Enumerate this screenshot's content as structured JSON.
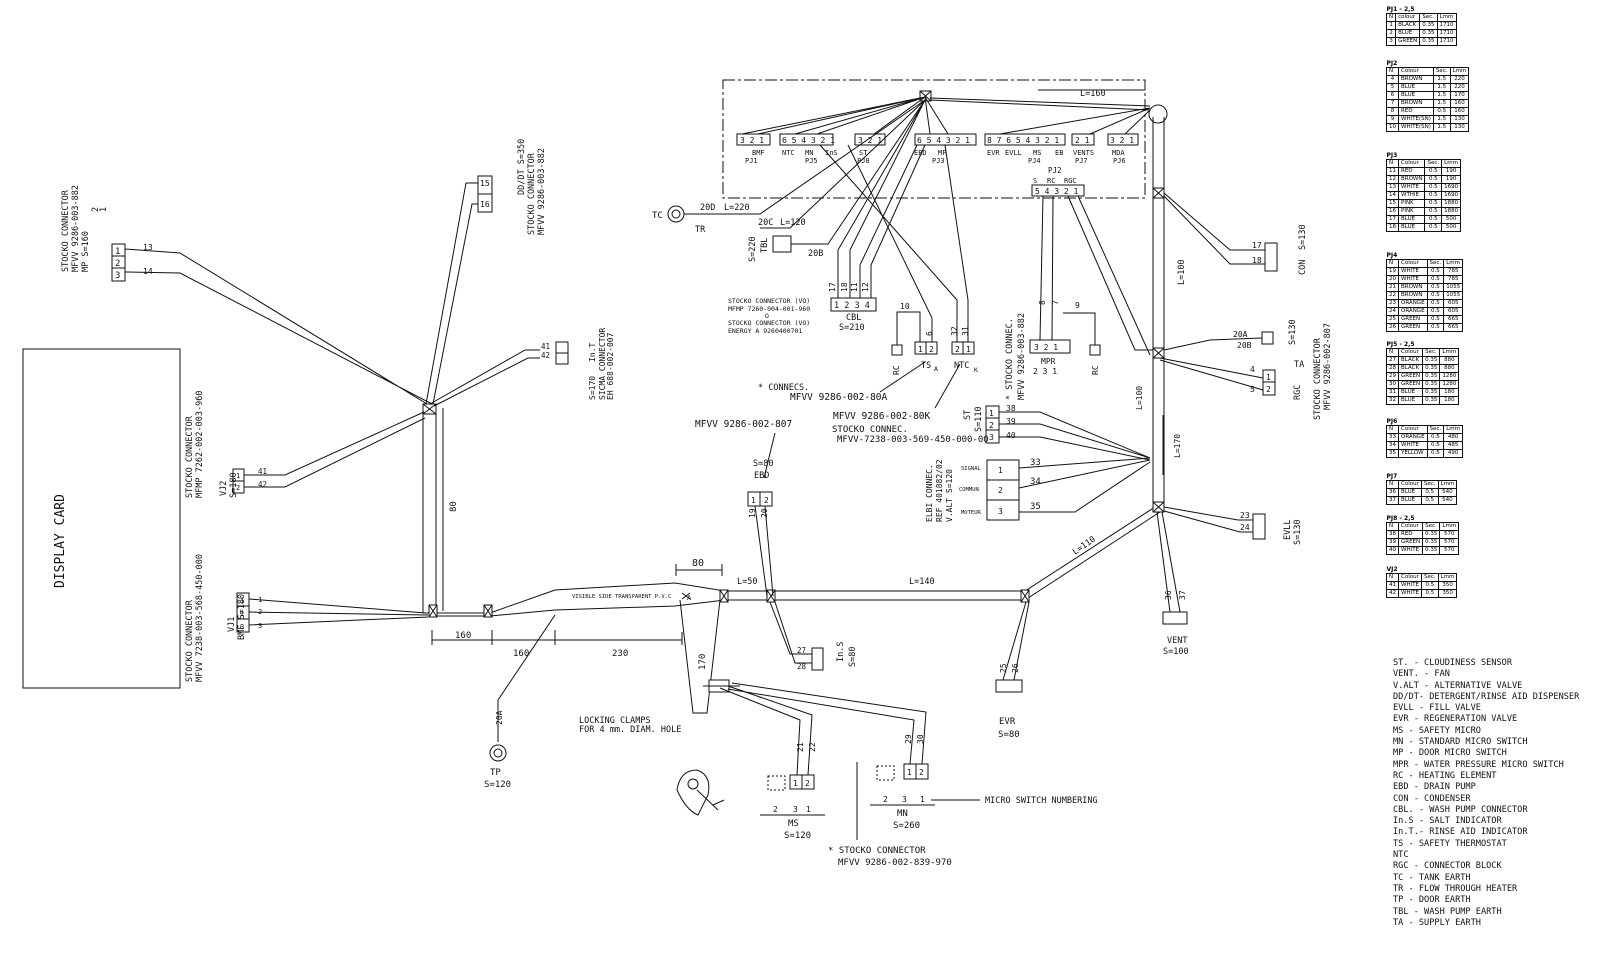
{
  "labels": {
    "display_card": "DISPLAY CARD",
    "stocko_mp": [
      "STOCKO CONNECTOR",
      "MFVV 9286-003-882",
      "MP S=160",
      "2",
      "1"
    ],
    "stocko_ddot": [
      "STOCKO CONNECTOR",
      "MFVV 9286-003-882",
      "DD/DT S=350"
    ],
    "ins_t": [
      "SICMA CONNECTOR",
      "EH 688-002-007",
      "S=170",
      "In.T"
    ],
    "vj2_conn": [
      "STOCKO CONNECTOR",
      "MFMP 7262-002-003-960",
      "VJ2",
      "S=180"
    ],
    "vj1_conn": [
      "STOCKO CONNECTOR",
      "MFVV 7238-003-568-450-000",
      "VJ1",
      "BMF S=180"
    ],
    "len_80": "80",
    "len_160a": "160",
    "len_160b": "160",
    "len_230": "230",
    "len_80b": "80",
    "len_170": "170",
    "len_50": "L=50",
    "len_140": "L=140",
    "len_110": "L=110",
    "len_100": "L=100",
    "len_100b": "L=100",
    "len_170b": "L=170",
    "len_160c": "L=160",
    "pvc": "VISIBLE SIDE TRANSPARENT P.V.C",
    "tp": [
      "20A",
      "TP",
      "S=120"
    ],
    "clamps": [
      "LOCKING CLAMPS",
      "FOR 4 mm. DIAM. HOLE"
    ],
    "ms": [
      "2",
      "3",
      "1",
      "MS",
      "S=120",
      "21",
      "22"
    ],
    "mn": [
      "2",
      "3",
      "1",
      "MN",
      "S=260",
      "29",
      "30"
    ],
    "micro_num": "MICRO SWITCH NUMBERING",
    "stocko_bottom": [
      "* STOCKO CONNECTOR",
      "MFVV 9286-002-839-970"
    ],
    "ebd": [
      "MFVV 9286-002-807",
      "S=80",
      "EBD",
      "19",
      "20",
      "1",
      "2"
    ],
    "ins_s": [
      "27",
      "28",
      "In.S",
      "S=80"
    ],
    "evr": [
      "25",
      "26",
      "EVR",
      "S=80"
    ],
    "vent": [
      "36",
      "37",
      "VENT",
      "S=100"
    ],
    "tc": [
      "TC",
      "20D",
      "L=220"
    ],
    "tr": [
      "TR",
      "20C",
      "L=120",
      "S=220",
      "TBL",
      "20B"
    ],
    "cbl": [
      "17",
      "18",
      "11",
      "12",
      "CBL",
      "S=210",
      "STOCKO CONNECTOR (VO)",
      "MFMP 7260-004-001-960",
      "O",
      "STOCKO CONNECTOR (VO)",
      "ENERGY A 9260400701"
    ],
    "ts": [
      "10",
      "6",
      "RC",
      "TS",
      "A"
    ],
    "ntc": [
      "32",
      "31",
      "NTC",
      "K"
    ],
    "connecs": [
      "* CONNECS.",
      "MFVV 9286-002-80A"
    ],
    "mfvv_80k": "MFVV 9286-002-80K",
    "mpr": [
      "* STOCKO CONNEC.",
      "MFVV 9286-003-882",
      "8",
      "7",
      "MPR",
      "2 3 1",
      "9",
      "RC"
    ],
    "pj2": [
      "PJ2",
      "S",
      "RC",
      "RGC"
    ],
    "st": [
      "ST",
      "S=110",
      "38",
      "39",
      "40",
      "STOCKO CONNEC.",
      "MFVV-7238-003-569-450-000-00"
    ],
    "elbi": [
      "ELBI CONNEC.",
      "REF 401882/02",
      "V.ALT S=120",
      "SIGNAL",
      "COMMUN",
      "MOTEUR",
      "33",
      "34",
      "35"
    ],
    "con": [
      "17",
      "18",
      "CON",
      "S=130"
    ],
    "ta": [
      "20A",
      "20B",
      "S=130",
      "TA"
    ],
    "rgc": [
      "4",
      "5",
      "RGC",
      "STOCKO CONNECTOR",
      "MFVV 9286-002-807"
    ],
    "evll": [
      "23",
      "24",
      "EVLL",
      "S=130"
    ],
    "wire": [
      "13",
      "14",
      "15",
      "16",
      "41",
      "42",
      "41",
      "42",
      "1",
      "2",
      "3"
    ],
    "top_pj": [
      "BMF",
      "PJ1",
      "NTC",
      "MN",
      "PJ5",
      "InS",
      "ST",
      "PJ8",
      "EBD",
      "MP",
      "PJ3",
      "EVR",
      "EVLL",
      "MS",
      "PJ4",
      "EB",
      "VENTS",
      "PJ7",
      "MDA",
      "PJ6"
    ]
  },
  "tables": [
    {
      "title": "PJ1 - 2,5",
      "header": [
        "N",
        "colour",
        "Sec.",
        "Lmm"
      ],
      "rows": [
        [
          "1",
          "BLACK",
          "0.35",
          "1710"
        ],
        [
          "2",
          "BLUE",
          "0.35",
          "1710"
        ],
        [
          "3",
          "GREEN",
          "0.35",
          "1710"
        ]
      ]
    },
    {
      "title": "PJ2",
      "header": [
        "N",
        "Colour",
        "Sec.",
        "Lmm"
      ],
      "rows": [
        [
          "4",
          "BROWN",
          "1.5",
          "220"
        ],
        [
          "5",
          "BLUE",
          "1.5",
          "220"
        ],
        [
          "6",
          "BLUE",
          "1.5",
          "170"
        ],
        [
          "7",
          "BROWN",
          "1.5",
          "160"
        ],
        [
          "8",
          "RED",
          "0.5",
          "160"
        ],
        [
          "9",
          "WHITE(SN)",
          "1.5",
          "130"
        ],
        [
          "10",
          "WHITE(SN)",
          "1.5",
          "130"
        ]
      ]
    },
    {
      "title": "PJ3",
      "header": [
        "N",
        "Colour",
        "Sec.",
        "Lmm"
      ],
      "rows": [
        [
          "11",
          "RED",
          "0.5",
          "190"
        ],
        [
          "12",
          "BROWN",
          "0.5",
          "190"
        ],
        [
          "13",
          "WHITE",
          "0.5",
          "1690"
        ],
        [
          "14",
          "WTHIE",
          "0.5",
          "1690"
        ],
        [
          "15",
          "PINK",
          "0.5",
          "1880"
        ],
        [
          "16",
          "PINK",
          "0.5",
          "1880"
        ],
        [
          "17",
          "BLUE",
          "0.5",
          "500"
        ],
        [
          "18",
          "BLUE",
          "0.5",
          "500"
        ]
      ]
    },
    {
      "title": "PJ4",
      "header": [
        "N",
        "Colour",
        "Sec.",
        "Lmm"
      ],
      "rows": [
        [
          "19",
          "WHITE",
          "0.5",
          "785"
        ],
        [
          "20",
          "WHITE",
          "0.5",
          "785"
        ],
        [
          "21",
          "BROWN",
          "0.5",
          "1055"
        ],
        [
          "22",
          "BROWN",
          "0.5",
          "1055"
        ],
        [
          "23",
          "ORANGE",
          "0.5",
          "605"
        ],
        [
          "24",
          "ORANGE",
          "0.5",
          "605"
        ],
        [
          "25",
          "GREEN",
          "0.5",
          "665"
        ],
        [
          "26",
          "GREEN",
          "0.5",
          "665"
        ]
      ]
    },
    {
      "title": "PJ5 - 2,5",
      "header": [
        "N",
        "Colour",
        "Sec.",
        "Lmm"
      ],
      "rows": [
        [
          "27",
          "BLACK",
          "0.35",
          "880"
        ],
        [
          "28",
          "BLACK",
          "0.35",
          "880"
        ],
        [
          "29",
          "GREEN",
          "0.35",
          "1280"
        ],
        [
          "30",
          "GREEN",
          "0.35",
          "1280"
        ],
        [
          "31",
          "BLUE",
          "0.35",
          "180"
        ],
        [
          "32",
          "BLUE",
          "0.35",
          "180"
        ]
      ]
    },
    {
      "title": "PJ6",
      "header": [
        "N",
        "Colour",
        "Sec.",
        "Lmm"
      ],
      "rows": [
        [
          "33",
          "ORANGE",
          "0.5",
          "480"
        ],
        [
          "34",
          "WHITE",
          "0.5",
          "485"
        ],
        [
          "35",
          "YELLOW",
          "0.5",
          "490"
        ]
      ]
    },
    {
      "title": "PJ7",
      "header": [
        "N",
        "Colour",
        "Sec.",
        "Lmm"
      ],
      "rows": [
        [
          "36",
          "BLUE",
          "0.5",
          "540"
        ],
        [
          "37",
          "BLUE",
          "0.5",
          "540"
        ]
      ]
    },
    {
      "title": "PJ8 - 2,5",
      "header": [
        "N",
        "Colour",
        "Sec.",
        "Lmm"
      ],
      "rows": [
        [
          "38",
          "RED",
          "0.35",
          "570"
        ],
        [
          "39",
          "GREEN",
          "0.35",
          "570"
        ],
        [
          "40",
          "WHITE",
          "0.35",
          "570"
        ]
      ]
    },
    {
      "title": "VJ2",
      "header": [
        "N",
        "Colour",
        "Sec.",
        "Lmm"
      ],
      "rows": [
        [
          "41",
          "WHITE",
          "0.5",
          "350"
        ],
        [
          "42",
          "WHITE",
          "0.5",
          "350"
        ]
      ]
    }
  ],
  "legend": [
    "ST. - CLOUDINESS SENSOR",
    "VENT. - FAN",
    "V.ALT - ALTERNATIVE VALVE",
    "DD/DT- DETERGENT/RINSE AID DISPENSER",
    "EVLL - FILL VALVE",
    "EVR - REGENERATION VALVE",
    "MS - SAFETY MICRO",
    "MN - STANDARD MICRO SWITCH",
    "MP - DOOR MICRO SWITCH",
    "MPR - WATER PRESSURE MICRO SWITCH",
    "RC - HEATING ELEMENT",
    "EBD - DRAIN PUMP",
    "CON - CONDENSER",
    "CBL. - WASH PUMP CONNECTOR",
    "In.S - SALT INDICATOR",
    "In.T.- RINSE AID INDICATOR",
    "TS - SAFETY THERMOSTAT",
    "NTC",
    "RGC - CONNECTOR BLOCK",
    "TC - TANK EARTH",
    "TR - FLOW THROUGH HEATER",
    "TP - DOOR EARTH",
    "TBL - WASH PUMP EARTH",
    "TA - SUPPLY EARTH"
  ]
}
